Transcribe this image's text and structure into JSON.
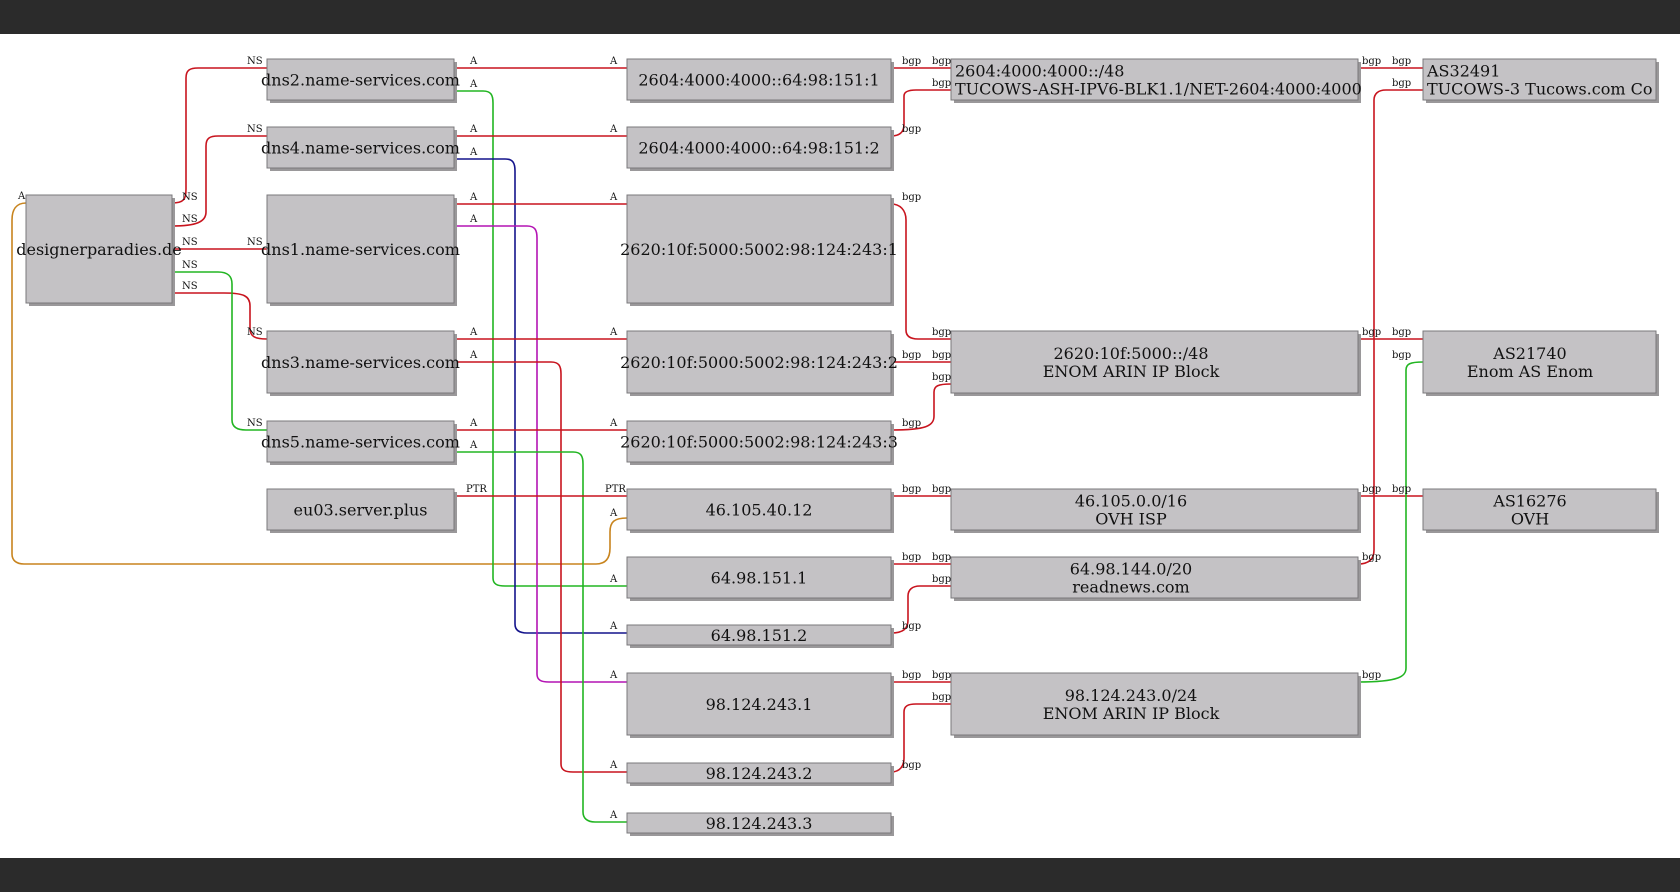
{
  "colors": {
    "background": "#ffffff",
    "bar": "#2b2b2b",
    "node_fill": "#c4c2c5",
    "node_stroke": "#7a787b",
    "red": "#c8141e",
    "green": "#22b522",
    "blue": "#14148c",
    "magenta": "#b414b4",
    "orange": "#c8841e"
  },
  "nodes": [
    {
      "id": "domain",
      "lines": [
        "designerparadies.de"
      ]
    },
    {
      "id": "dns2",
      "lines": [
        "dns2.name-services.com"
      ]
    },
    {
      "id": "dns4",
      "lines": [
        "dns4.name-services.com"
      ]
    },
    {
      "id": "dns1",
      "lines": [
        "dns1.name-services.com"
      ]
    },
    {
      "id": "dns3",
      "lines": [
        "dns3.name-services.com"
      ]
    },
    {
      "id": "dns5",
      "lines": [
        "dns5.name-services.com"
      ]
    },
    {
      "id": "eu03",
      "lines": [
        "eu03.server.plus"
      ]
    },
    {
      "id": "ip6a",
      "lines": [
        "2604:4000:4000::64:98:151:1"
      ]
    },
    {
      "id": "ip6b",
      "lines": [
        "2604:4000:4000::64:98:151:2"
      ]
    },
    {
      "id": "ip6c",
      "lines": [
        "2620:10f:5000:5002:98:124:243:1"
      ]
    },
    {
      "id": "ip6d",
      "lines": [
        "2620:10f:5000:5002:98:124:243:2"
      ]
    },
    {
      "id": "ip6e",
      "lines": [
        "2620:10f:5000:5002:98:124:243:3"
      ]
    },
    {
      "id": "ip4a",
      "lines": [
        "46.105.40.12"
      ]
    },
    {
      "id": "ip4b",
      "lines": [
        "64.98.151.1"
      ]
    },
    {
      "id": "ip4c",
      "lines": [
        "64.98.151.2"
      ]
    },
    {
      "id": "ip4d",
      "lines": [
        "98.124.243.1"
      ]
    },
    {
      "id": "ip4e",
      "lines": [
        "98.124.243.2"
      ]
    },
    {
      "id": "ip4f",
      "lines": [
        "98.124.243.3"
      ]
    },
    {
      "id": "net1",
      "lines": [
        "2604:4000:4000::/48",
        "TUCOWS-ASH-IPV6-BLK1.1/NET-2604:4000:4000"
      ]
    },
    {
      "id": "net2",
      "lines": [
        "2620:10f:5000::/48",
        "ENOM ARIN IP Block"
      ]
    },
    {
      "id": "net3",
      "lines": [
        "46.105.0.0/16",
        "OVH ISP"
      ]
    },
    {
      "id": "net4",
      "lines": [
        "64.98.144.0/20",
        "readnews.com"
      ]
    },
    {
      "id": "net5",
      "lines": [
        "98.124.243.0/24",
        "ENOM ARIN IP Block"
      ]
    },
    {
      "id": "as1",
      "lines": [
        "AS32491",
        "TUCOWS-3 Tucows.com Co"
      ]
    },
    {
      "id": "as2",
      "lines": [
        "AS21740",
        "Enom AS Enom"
      ]
    },
    {
      "id": "as3",
      "lines": [
        "AS16276",
        "OVH"
      ]
    }
  ],
  "edges": [
    {
      "from": "domain",
      "to": "dns2",
      "label": "NS",
      "color": "red"
    },
    {
      "from": "domain",
      "to": "dns4",
      "label": "NS",
      "color": "red"
    },
    {
      "from": "domain",
      "to": "dns1",
      "label": "NS",
      "color": "red"
    },
    {
      "from": "domain",
      "to": "dns3",
      "label": "NS",
      "color": "red"
    },
    {
      "from": "domain",
      "to": "dns5",
      "label": "NS",
      "color": "green"
    },
    {
      "from": "domain",
      "to": "ip4b",
      "label": "A",
      "color": "orange"
    },
    {
      "from": "dns2",
      "to": "ip6a",
      "label": "A",
      "color": "red"
    },
    {
      "from": "dns2",
      "to": "ip4b",
      "label": "A",
      "color": "green"
    },
    {
      "from": "dns4",
      "to": "ip6b",
      "label": "A",
      "color": "red"
    },
    {
      "from": "dns4",
      "to": "ip4c",
      "label": "A",
      "color": "blue"
    },
    {
      "from": "dns1",
      "to": "ip6c",
      "label": "A",
      "color": "red"
    },
    {
      "from": "dns1",
      "to": "ip4d",
      "label": "A",
      "color": "magenta"
    },
    {
      "from": "dns3",
      "to": "ip6d",
      "label": "A",
      "color": "red"
    },
    {
      "from": "dns3",
      "to": "ip4e",
      "label": "A",
      "color": "red"
    },
    {
      "from": "dns5",
      "to": "ip6e",
      "label": "A",
      "color": "red"
    },
    {
      "from": "dns5",
      "to": "ip4f",
      "label": "A",
      "color": "green"
    },
    {
      "from": "eu03",
      "to": "ip4a",
      "label": "PTR",
      "color": "red"
    },
    {
      "from": "ip6a",
      "to": "net1",
      "label": "bgp",
      "color": "red"
    },
    {
      "from": "ip6b",
      "to": "net1",
      "label": "bgp",
      "color": "red"
    },
    {
      "from": "ip6c",
      "to": "net2",
      "label": "bgp",
      "color": "red"
    },
    {
      "from": "ip6d",
      "to": "net2",
      "label": "bgp",
      "color": "red"
    },
    {
      "from": "ip6e",
      "to": "net2",
      "label": "bgp",
      "color": "red"
    },
    {
      "from": "ip4a",
      "to": "net3",
      "label": "bgp",
      "color": "red"
    },
    {
      "from": "ip4b",
      "to": "net4",
      "label": "bgp",
      "color": "red"
    },
    {
      "from": "ip4c",
      "to": "net4",
      "label": "bgp",
      "color": "red"
    },
    {
      "from": "ip4d",
      "to": "net5",
      "label": "bgp",
      "color": "red"
    },
    {
      "from": "ip4e",
      "to": "net5",
      "label": "bgp",
      "color": "red"
    },
    {
      "from": "ip4f",
      "to": "net5",
      "label": "bgp",
      "color": "red"
    },
    {
      "from": "net1",
      "to": "as1",
      "label": "bgp",
      "color": "red"
    },
    {
      "from": "net2",
      "to": "as2",
      "label": "bgp",
      "color": "red"
    },
    {
      "from": "net3",
      "to": "as3",
      "label": "bgp",
      "color": "red"
    },
    {
      "from": "net4",
      "to": "as1",
      "label": "bgp",
      "color": "green"
    },
    {
      "from": "net5",
      "to": "as2",
      "label": "bgp",
      "color": "green"
    }
  ]
}
